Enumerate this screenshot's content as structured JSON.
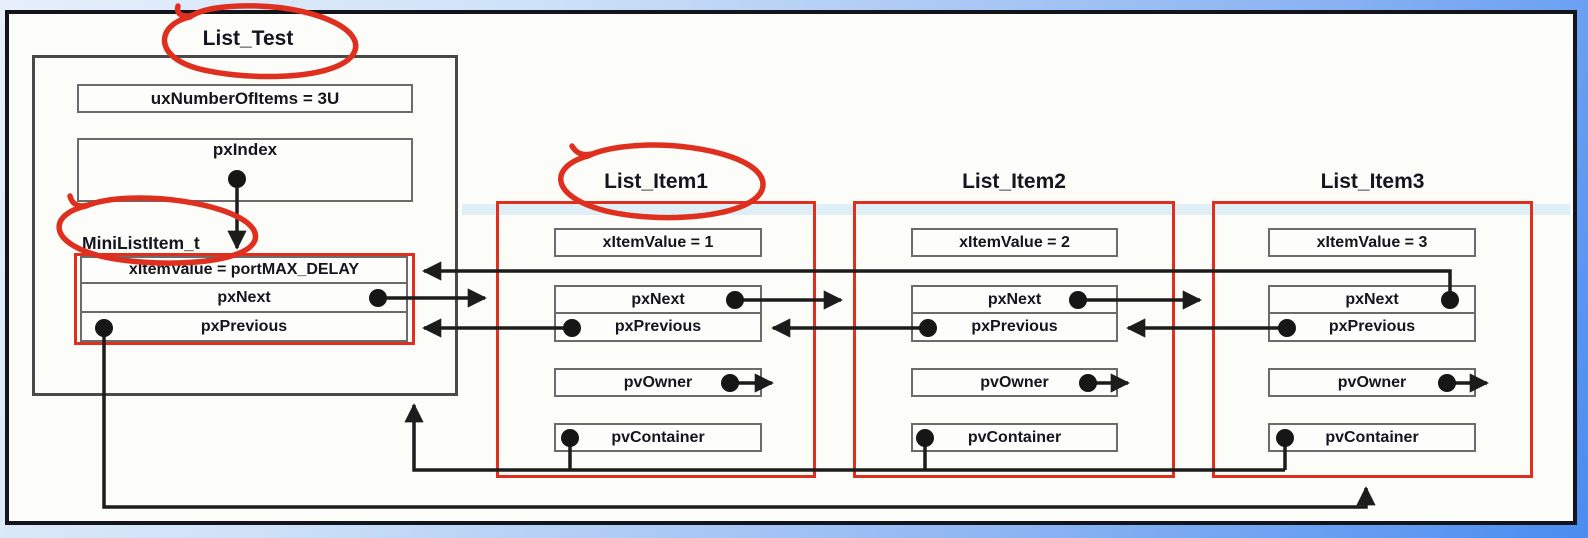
{
  "list_test": {
    "title": "List_Test",
    "ux_number_of_items": "uxNumberOfItems = 3U",
    "px_index": "pxIndex",
    "mini_label": "MiniListItem_t",
    "mini_rows": {
      "x_item_value": "xItemValue = portMAX_DELAY",
      "px_next": "pxNext",
      "px_previous": "pxPrevious"
    }
  },
  "items": [
    {
      "title": "List_Item1",
      "rows": {
        "x_item_value": "xItemValue = 1",
        "px_next": "pxNext",
        "px_previous": "pxPrevious",
        "pv_owner": "pvOwner",
        "pv_container": "pvContainer"
      }
    },
    {
      "title": "List_Item2",
      "rows": {
        "x_item_value": "xItemValue = 2",
        "px_next": "pxNext",
        "px_previous": "pxPrevious",
        "pv_owner": "pvOwner",
        "pv_container": "pvContainer"
      }
    },
    {
      "title": "List_Item3",
      "rows": {
        "x_item_value": "xItemValue = 3",
        "px_next": "pxNext",
        "px_previous": "pxPrevious",
        "pv_owner": "pvOwner",
        "pv_container": "pvContainer"
      }
    }
  ],
  "annotations": {
    "red_circled_labels": [
      "List_Test",
      "MiniListItem_t",
      "List_Item1"
    ]
  },
  "colors": {
    "annotation_red": "#df2f1f",
    "connector_black": "#1c1c1c",
    "box_border_grey": "#6b6b6b",
    "outer_frame_black": "#14141d",
    "frame_blue": "#4a8cf0",
    "canvas_white": "#fcfcf9"
  }
}
